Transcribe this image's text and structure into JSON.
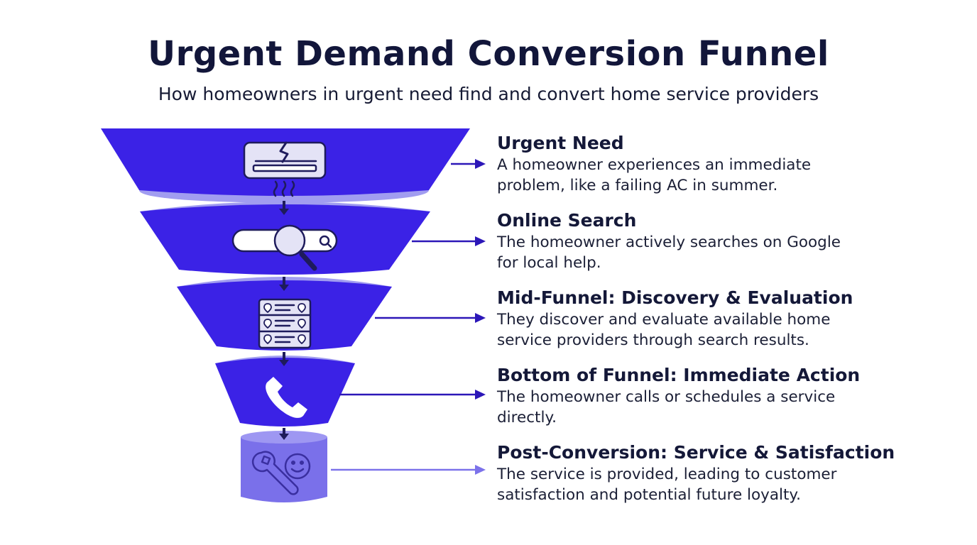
{
  "header": {
    "title": "Urgent Demand Conversion Funnel",
    "subtitle": "How homeowners in urgent need find and convert home service providers"
  },
  "colors": {
    "primary": "#3b22e6",
    "primary_dark": "#2c17b8",
    "rim": "#a19df0",
    "last_stage": "#7a70ea",
    "last_arrow": "#7c72ea",
    "outline": "#1e1b5c",
    "icon_fill": "#e4e3f6"
  },
  "stages": [
    {
      "title": "Urgent Need",
      "description": [
        "A homeowner experiences an immediate",
        "problem, like a failing AC in summer."
      ],
      "icon": "broken-ac-icon"
    },
    {
      "title": "Online Search",
      "description": [
        "The homeowner actively searches on Google",
        "for local help."
      ],
      "icon": "search-bar-icon"
    },
    {
      "title": "Mid-Funnel: Discovery & Evaluation",
      "description": [
        "They discover and evaluate available home",
        "service providers through search results."
      ],
      "icon": "listings-icon"
    },
    {
      "title": "Bottom of Funnel: Immediate Action",
      "description": [
        "The homeowner calls or schedules a service",
        "directly."
      ],
      "icon": "phone-icon"
    },
    {
      "title": "Post-Conversion: Service & Satisfaction",
      "description": [
        "The service is provided, leading to customer",
        "satisfaction and potential future loyalty."
      ],
      "icon": "wrench-smiley-icon"
    }
  ]
}
